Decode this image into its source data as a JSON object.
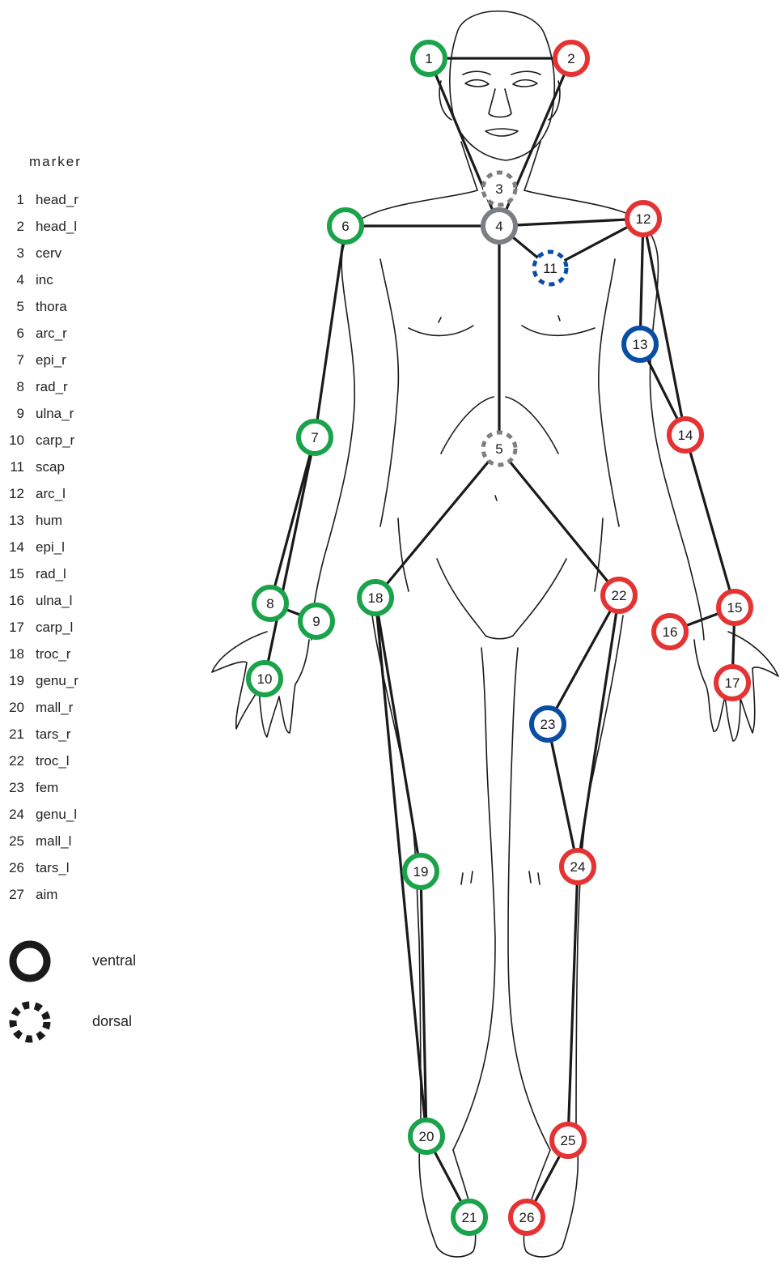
{
  "legend": {
    "title": "marker",
    "items": [
      {
        "num": "1",
        "name": "head_r"
      },
      {
        "num": "2",
        "name": "head_l"
      },
      {
        "num": "3",
        "name": "cerv"
      },
      {
        "num": "4",
        "name": "inc"
      },
      {
        "num": "5",
        "name": "thora"
      },
      {
        "num": "6",
        "name": "arc_r"
      },
      {
        "num": "7",
        "name": "epi_r"
      },
      {
        "num": "8",
        "name": "rad_r"
      },
      {
        "num": "9",
        "name": "ulna_r"
      },
      {
        "num": "10",
        "name": "carp_r"
      },
      {
        "num": "11",
        "name": "scap"
      },
      {
        "num": "12",
        "name": "arc_l"
      },
      {
        "num": "13",
        "name": "hum"
      },
      {
        "num": "14",
        "name": "epi_l"
      },
      {
        "num": "15",
        "name": "rad_l"
      },
      {
        "num": "16",
        "name": "ulna_l"
      },
      {
        "num": "17",
        "name": "carp_l"
      },
      {
        "num": "18",
        "name": "troc_r"
      },
      {
        "num": "19",
        "name": "genu_r"
      },
      {
        "num": "20",
        "name": "mall_r"
      },
      {
        "num": "21",
        "name": "tars_r"
      },
      {
        "num": "22",
        "name": "troc_l"
      },
      {
        "num": "23",
        "name": "fem"
      },
      {
        "num": "24",
        "name": "genu_l"
      },
      {
        "num": "25",
        "name": "mall_l"
      },
      {
        "num": "26",
        "name": "tars_l"
      },
      {
        "num": "27",
        "name": "aim"
      }
    ]
  },
  "key": {
    "ventral_label": "ventral",
    "dorsal_label": "dorsal"
  },
  "colors": {
    "right_side": "#1aa34a",
    "left_side": "#e53333",
    "center": "#7b7f83",
    "mid": "#0a4ea3",
    "line": "#1a1a1a"
  },
  "markers": [
    {
      "label": "1",
      "color": "right_side",
      "style": "ventral"
    },
    {
      "label": "2",
      "color": "left_side",
      "style": "ventral"
    },
    {
      "label": "3",
      "color": "center",
      "style": "dorsal"
    },
    {
      "label": "4",
      "color": "center",
      "style": "ventral"
    },
    {
      "label": "5",
      "color": "center",
      "style": "dorsal"
    },
    {
      "label": "6",
      "color": "right_side",
      "style": "ventral"
    },
    {
      "label": "7",
      "color": "right_side",
      "style": "ventral"
    },
    {
      "label": "8",
      "color": "right_side",
      "style": "ventral"
    },
    {
      "label": "9",
      "color": "right_side",
      "style": "ventral"
    },
    {
      "label": "10",
      "color": "right_side",
      "style": "ventral"
    },
    {
      "label": "11",
      "color": "mid",
      "style": "dorsal"
    },
    {
      "label": "12",
      "color": "left_side",
      "style": "ventral"
    },
    {
      "label": "13",
      "color": "mid",
      "style": "ventral"
    },
    {
      "label": "14",
      "color": "left_side",
      "style": "ventral"
    },
    {
      "label": "15",
      "color": "left_side",
      "style": "ventral"
    },
    {
      "label": "16",
      "color": "left_side",
      "style": "ventral"
    },
    {
      "label": "17",
      "color": "left_side",
      "style": "ventral"
    },
    {
      "label": "18",
      "color": "right_side",
      "style": "ventral"
    },
    {
      "label": "19",
      "color": "right_side",
      "style": "ventral"
    },
    {
      "label": "20",
      "color": "right_side",
      "style": "ventral"
    },
    {
      "label": "21",
      "color": "right_side",
      "style": "ventral"
    },
    {
      "label": "22",
      "color": "left_side",
      "style": "ventral"
    },
    {
      "label": "23",
      "color": "mid",
      "style": "ventral"
    },
    {
      "label": "24",
      "color": "left_side",
      "style": "ventral"
    },
    {
      "label": "25",
      "color": "left_side",
      "style": "ventral"
    },
    {
      "label": "26",
      "color": "left_side",
      "style": "ventral"
    }
  ]
}
